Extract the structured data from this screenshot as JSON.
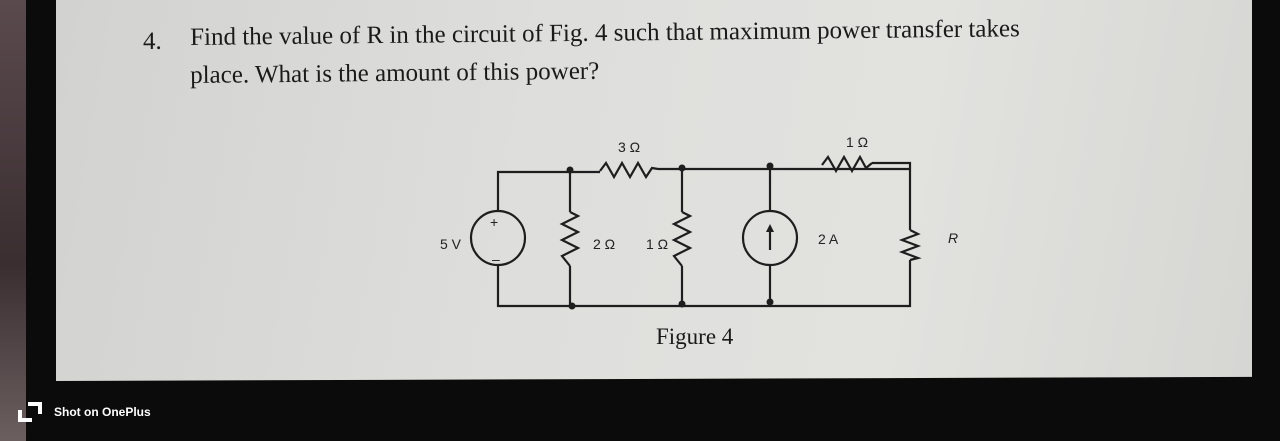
{
  "question": {
    "number": "4.",
    "line1": "Find the value of R in the circuit of Fig. 4 such that maximum power transfer takes",
    "line2": "place. What is the amount of this power?"
  },
  "circuit": {
    "voltage_source": "5 V",
    "r_series_top_left": "3 Ω",
    "r_shunt_1": "2 Ω",
    "r_shunt_2": "1 Ω",
    "current_source": "2 A",
    "r_series_top_right": "1 Ω",
    "load": "R",
    "plus": "+",
    "minus": "–"
  },
  "caption": "Figure 4",
  "watermark": "Shot on OnePlus"
}
